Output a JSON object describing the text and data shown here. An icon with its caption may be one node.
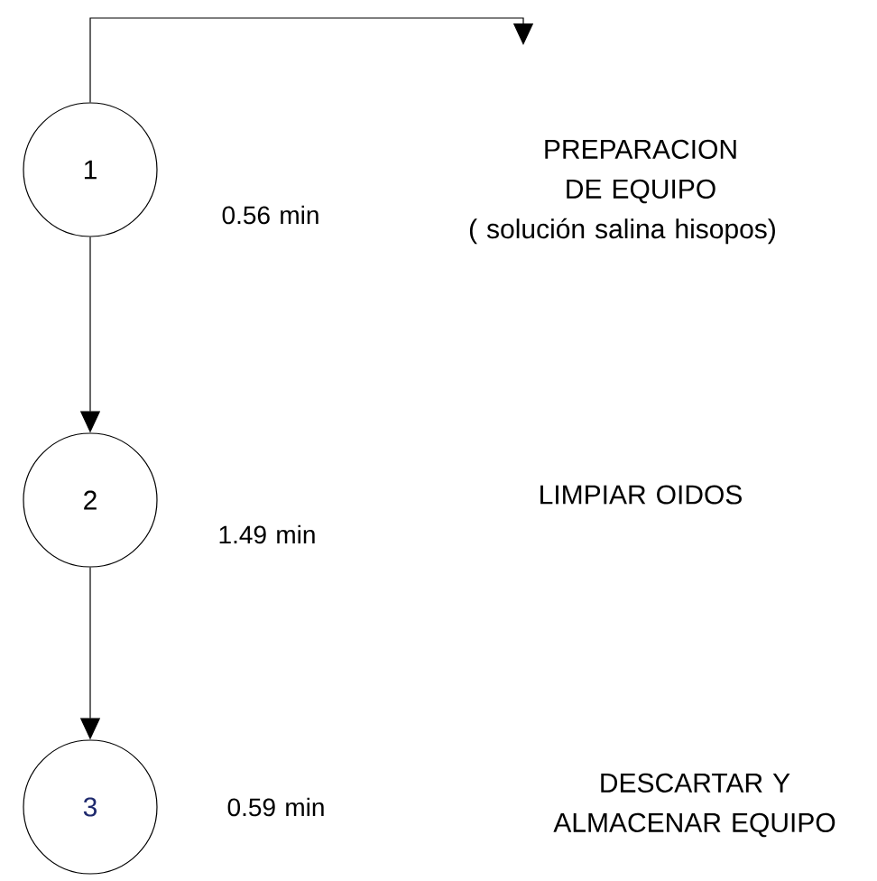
{
  "diagram": {
    "nodes": [
      {
        "text": [
          "1"
        ],
        "beside": [
          "0.56 min"
        ]
      },
      {
        "text": [
          "2"
        ],
        "beside": [
          "1.49 min"
        ]
      },
      {
        "text": [
          "3"
        ],
        "beside": [
          "0.59 min"
        ]
      }
    ],
    "edges": [
      {
        "from": 0,
        "to": null,
        "arrow": "to"
      },
      {
        "from": 0,
        "to": 1,
        "arrow": "to"
      },
      {
        "from": 1,
        "to": 2,
        "arrow": "to"
      }
    ],
    "labels": [
      "PREPARACION DE EQUIPO",
      "( solución salina hisopos)",
      "LIMPIAR OIDOS",
      "DESCARTAR Y ALMACENAR EQUIPO"
    ]
  }
}
